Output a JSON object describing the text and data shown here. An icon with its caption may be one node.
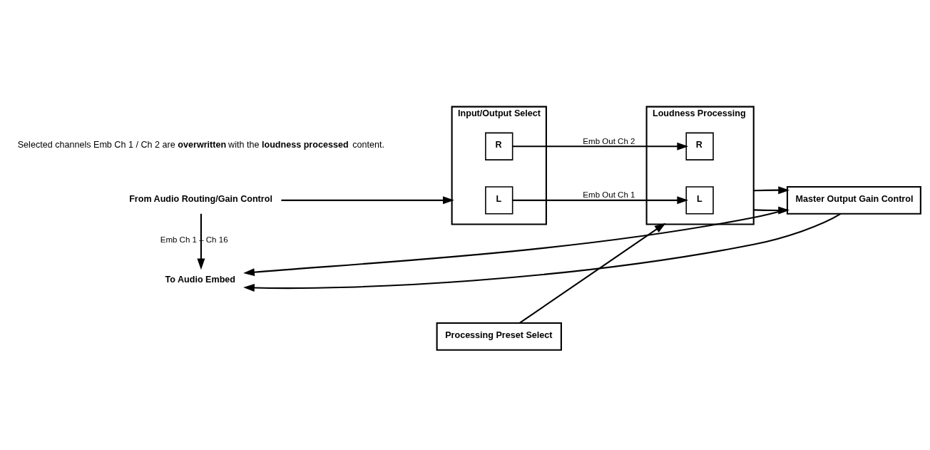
{
  "diagram": {
    "nodes": [
      {
        "text": [
          "From Audio Routing/Gain Control"
        ]
      },
      {
        "text": [
          "Input/Output Select"
        ]
      },
      {
        "text": [
          "L"
        ],
        "in": 1
      },
      {
        "text": [
          "R"
        ],
        "in": 1
      },
      {
        "text": [
          "Processing Preset Select"
        ]
      },
      {
        "text": [
          "Loudness Processing"
        ]
      },
      {
        "text": [
          "L"
        ],
        "in": 5
      },
      {
        "text": [
          "R"
        ],
        "in": 5
      },
      {
        "text": [
          "Master Output Gain Control"
        ]
      },
      {
        "text": [
          "To Audio Embed"
        ]
      }
    ],
    "edges": [
      {
        "from": 0,
        "to": 9,
        "arrow": "to",
        "label": "Emb Ch 1 – Ch 16"
      },
      {
        "from": 0,
        "to": 1,
        "arrow": "to"
      },
      {
        "from": 2,
        "to": 6,
        "arrow": "to",
        "label": "Emb Out Ch 1"
      },
      {
        "from": 3,
        "to": 7,
        "arrow": "to",
        "label": "Emb Out Ch 2"
      },
      {
        "from": 4,
        "to": 5,
        "arrow": "to"
      },
      {
        "from": 5,
        "to": 8,
        "arrow": "to"
      },
      {
        "from": 5,
        "to": 8,
        "arrow": "to"
      },
      {
        "from": 8,
        "to": 9,
        "arrow": "to"
      },
      {
        "from": 8,
        "to": 9,
        "arrow": "to"
      }
    ],
    "labels": [
      "Selected channels Emb Ch 1 / Ch 2 are **overwritten** with the **loudness processed** content."
    ]
  }
}
